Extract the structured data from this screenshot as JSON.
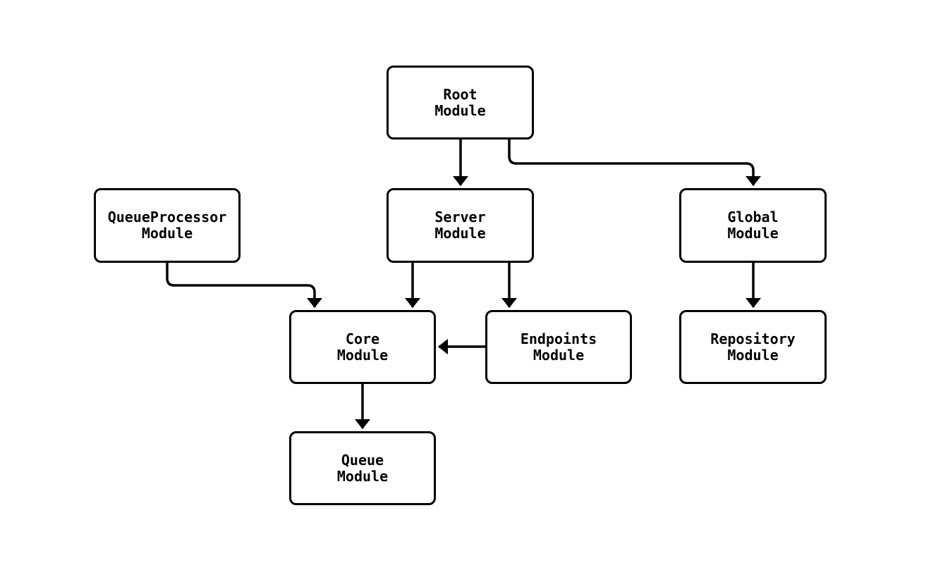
{
  "diagram": {
    "type": "flowchart",
    "background_color": "#ffffff",
    "node_fill_color": "#ffffff",
    "node_border_color": "#000000",
    "edge_color": "#000000",
    "text_color": "#000000",
    "nodes": [
      {
        "id": "root",
        "line1": "Root",
        "line2": "Module"
      },
      {
        "id": "queueprocessor",
        "line1": "QueueProcessor",
        "line2": "Module"
      },
      {
        "id": "server",
        "line1": "Server",
        "line2": "Module"
      },
      {
        "id": "global",
        "line1": "Global",
        "line2": "Module"
      },
      {
        "id": "core",
        "line1": "Core",
        "line2": "Module"
      },
      {
        "id": "endpoints",
        "line1": "Endpoints",
        "line2": "Module"
      },
      {
        "id": "repository",
        "line1": "Repository",
        "line2": "Module"
      },
      {
        "id": "queue",
        "line1": "Queue",
        "line2": "Module"
      }
    ],
    "edges": [
      {
        "from": "root",
        "to": "server"
      },
      {
        "from": "root",
        "to": "global"
      },
      {
        "from": "queueprocessor",
        "to": "core"
      },
      {
        "from": "server",
        "to": "core"
      },
      {
        "from": "server",
        "to": "endpoints"
      },
      {
        "from": "global",
        "to": "repository"
      },
      {
        "from": "endpoints",
        "to": "core"
      },
      {
        "from": "core",
        "to": "queue"
      }
    ]
  }
}
